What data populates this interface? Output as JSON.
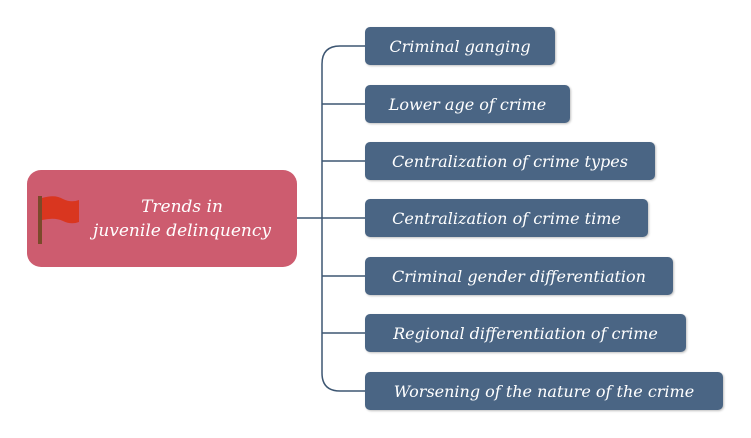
{
  "root": {
    "line1": "Trends in",
    "line2": "juvenile delinquency",
    "icon": "flag-icon"
  },
  "branches": [
    {
      "label": "Criminal ganging"
    },
    {
      "label": "Lower age of crime"
    },
    {
      "label": "Centralization of crime types"
    },
    {
      "label": "Centralization of crime time"
    },
    {
      "label": "Criminal gender differentiation"
    },
    {
      "label": "Regional differentiation of crime"
    },
    {
      "label": "Worsening of the nature of the crime"
    }
  ],
  "colors": {
    "root": "#cd5c6f",
    "branch": "#4a6584",
    "line": "#3d5672"
  }
}
